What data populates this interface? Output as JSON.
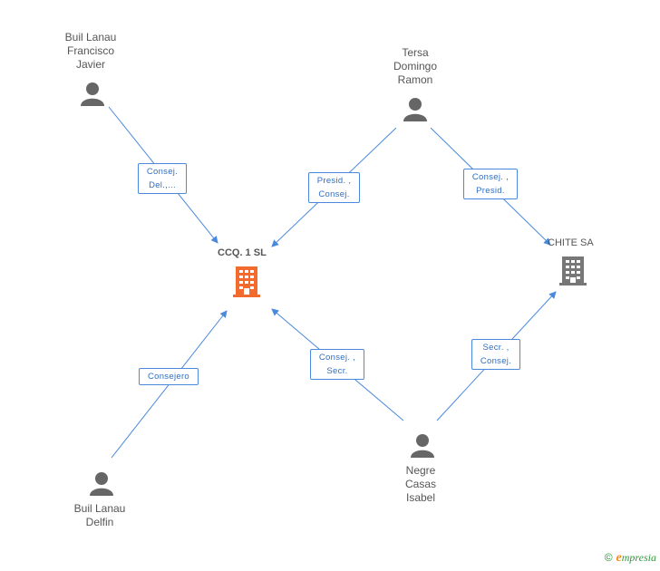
{
  "people": {
    "buil_francisco": {
      "lines": [
        "Buil Lanau",
        "Francisco",
        "Javier"
      ]
    },
    "tersa": {
      "lines": [
        "Tersa",
        "Domingo",
        "Ramon"
      ]
    },
    "buil_delfin": {
      "lines": [
        "Buil Lanau",
        "Delfin"
      ]
    },
    "negre": {
      "lines": [
        "Negre",
        "Casas",
        "Isabel"
      ]
    }
  },
  "companies": {
    "ccq": {
      "name": "CCQ. 1 SL",
      "color": "#f26a2e"
    },
    "chite": {
      "name": "CHITE SA",
      "color": "#777777"
    }
  },
  "edges": {
    "francisco_ccq": {
      "lines": [
        "Consej.",
        "Del.,..."
      ]
    },
    "tersa_ccq": {
      "lines": [
        "Presid. ,",
        "Consej."
      ]
    },
    "tersa_chite": {
      "lines": [
        "Consej. ,",
        "Presid."
      ]
    },
    "delfin_ccq": {
      "lines": [
        "Consejero"
      ]
    },
    "negre_ccq": {
      "lines": [
        "Consej. ,",
        "Secr."
      ]
    },
    "negre_chite": {
      "lines": [
        "Secr. ,",
        "Consej."
      ]
    }
  },
  "colors": {
    "edge": "#4a89dc",
    "person": "#666666"
  },
  "footer": {
    "copyright": "©",
    "brand_initial": "e",
    "brand_rest": "mpresia"
  }
}
